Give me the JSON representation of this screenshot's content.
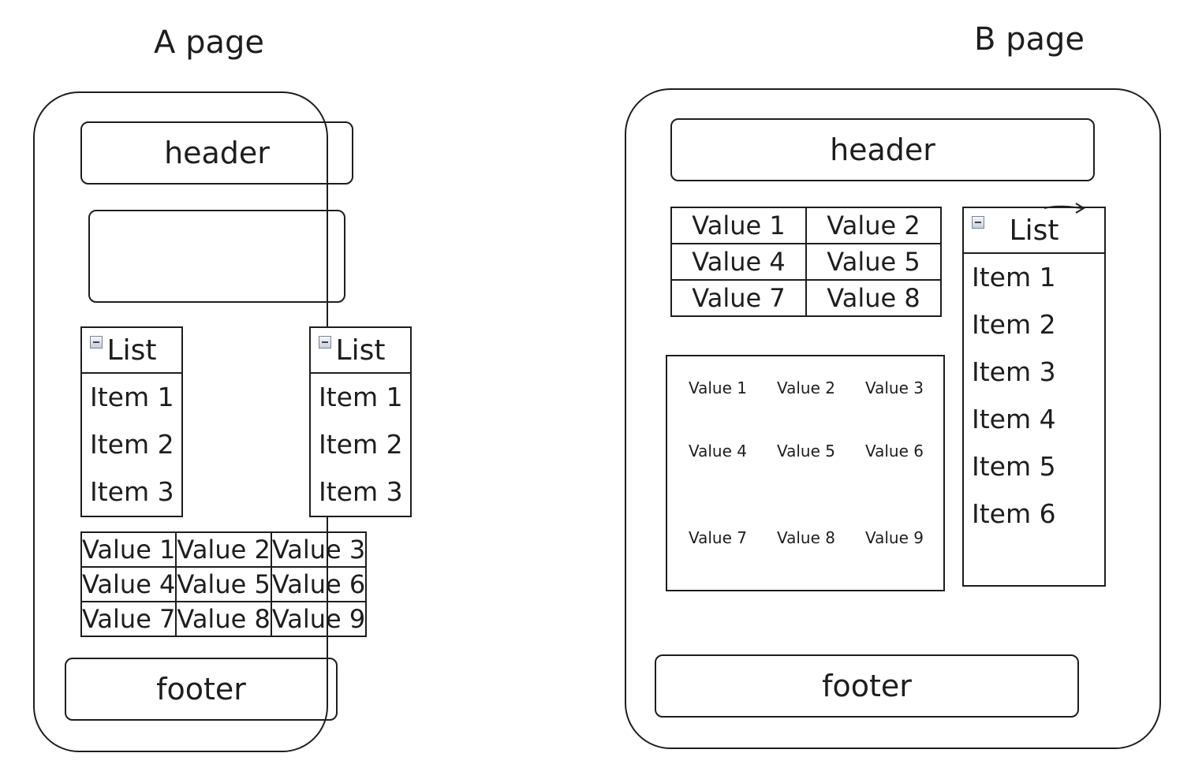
{
  "page_a": {
    "title": "A page",
    "header_label": "header",
    "footer_label": "footer",
    "list_1": {
      "title": "List",
      "items": [
        "Item 1",
        "Item 2",
        "Item 3"
      ]
    },
    "list_2": {
      "title": "List",
      "items": [
        "Item 1",
        "Item 2",
        "Item 3"
      ]
    },
    "grid": [
      [
        "Value 1",
        "Value 2",
        "Value 3"
      ],
      [
        "Value 4",
        "Value 5",
        "Value 6"
      ],
      [
        "Value 7",
        "Value 8",
        "Value 9"
      ]
    ]
  },
  "page_b": {
    "title": "B page",
    "header_label": "header",
    "footer_label": "footer",
    "table": [
      [
        "Value 1",
        "Value 2"
      ],
      [
        "Value 4",
        "Value 5"
      ],
      [
        "Value 7",
        "Value 8"
      ]
    ],
    "value_grid": [
      [
        "Value 1",
        "Value 2",
        "Value 3"
      ],
      [
        "Value 4",
        "Value 5",
        "Value 6"
      ],
      [
        "Value 7",
        "Value 8",
        "Value 9"
      ]
    ],
    "list": {
      "title": "List",
      "items": [
        "Item 1",
        "Item 2",
        "Item 3",
        "Item 4",
        "Item 5",
        "Item 6"
      ]
    }
  }
}
